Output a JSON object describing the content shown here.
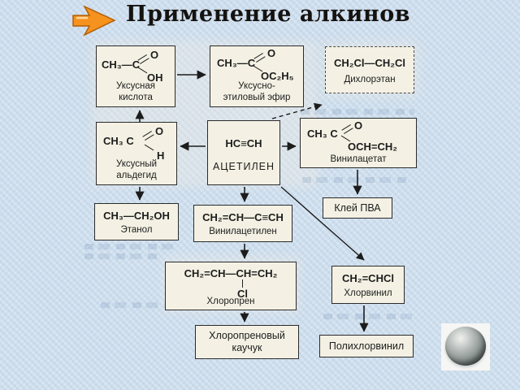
{
  "title": {
    "text": "Применение алкинов"
  },
  "boxes": {
    "acetic_acid": {
      "pre": "CH₃—C",
      "top": "O",
      "bottom": "OH",
      "label": "Уксусная кислота"
    },
    "ethyl_acetate": {
      "pre": "CH₃—C",
      "top": "O",
      "bottom": "OC₂H₅",
      "label": "Уксусно-этиловый эфир"
    },
    "dichloroethane": {
      "formula": "CH₂Cl—CH₂Cl",
      "label": "Дихлорэтан"
    },
    "acetaldehyde": {
      "pre": "CH₃ C",
      "top": "O",
      "bottom": "H",
      "label": "Уксусный альдегид"
    },
    "acetylene": {
      "formula": "HC≡CH",
      "label": "АЦЕТИЛЕН"
    },
    "vinyl_acetate": {
      "pre": "CH₃ C",
      "top": "O",
      "bottom": "OCH=CH₂",
      "label": "Винилацетат"
    },
    "ethanol": {
      "formula": "CH₃—CH₂OH",
      "label": "Этанол"
    },
    "vinylacetylene": {
      "formula": "CH₂=CH—C≡CH",
      "label": "Винилацетилен"
    },
    "pva_glue": {
      "label": "Клей ПВА"
    },
    "chloroprene": {
      "formula": "CH₂=CH—CH=CH₂",
      "substituent": "Cl",
      "label": "Хлоропрен"
    },
    "vinyl_chloride": {
      "formula": "CH₂=CHCl",
      "label": "Хлорвинил"
    },
    "chloroprene_rubber": {
      "label": "Хлоропреновый каучук"
    },
    "pvc": {
      "label": "Полихлорвинил"
    }
  },
  "colors": {
    "slide_background": "#cfdfee",
    "box_fill": "#f4f1e4",
    "box_border": "#2b2b2b",
    "arrow_icon_orange": "#f6921e",
    "title_color": "#151310"
  }
}
